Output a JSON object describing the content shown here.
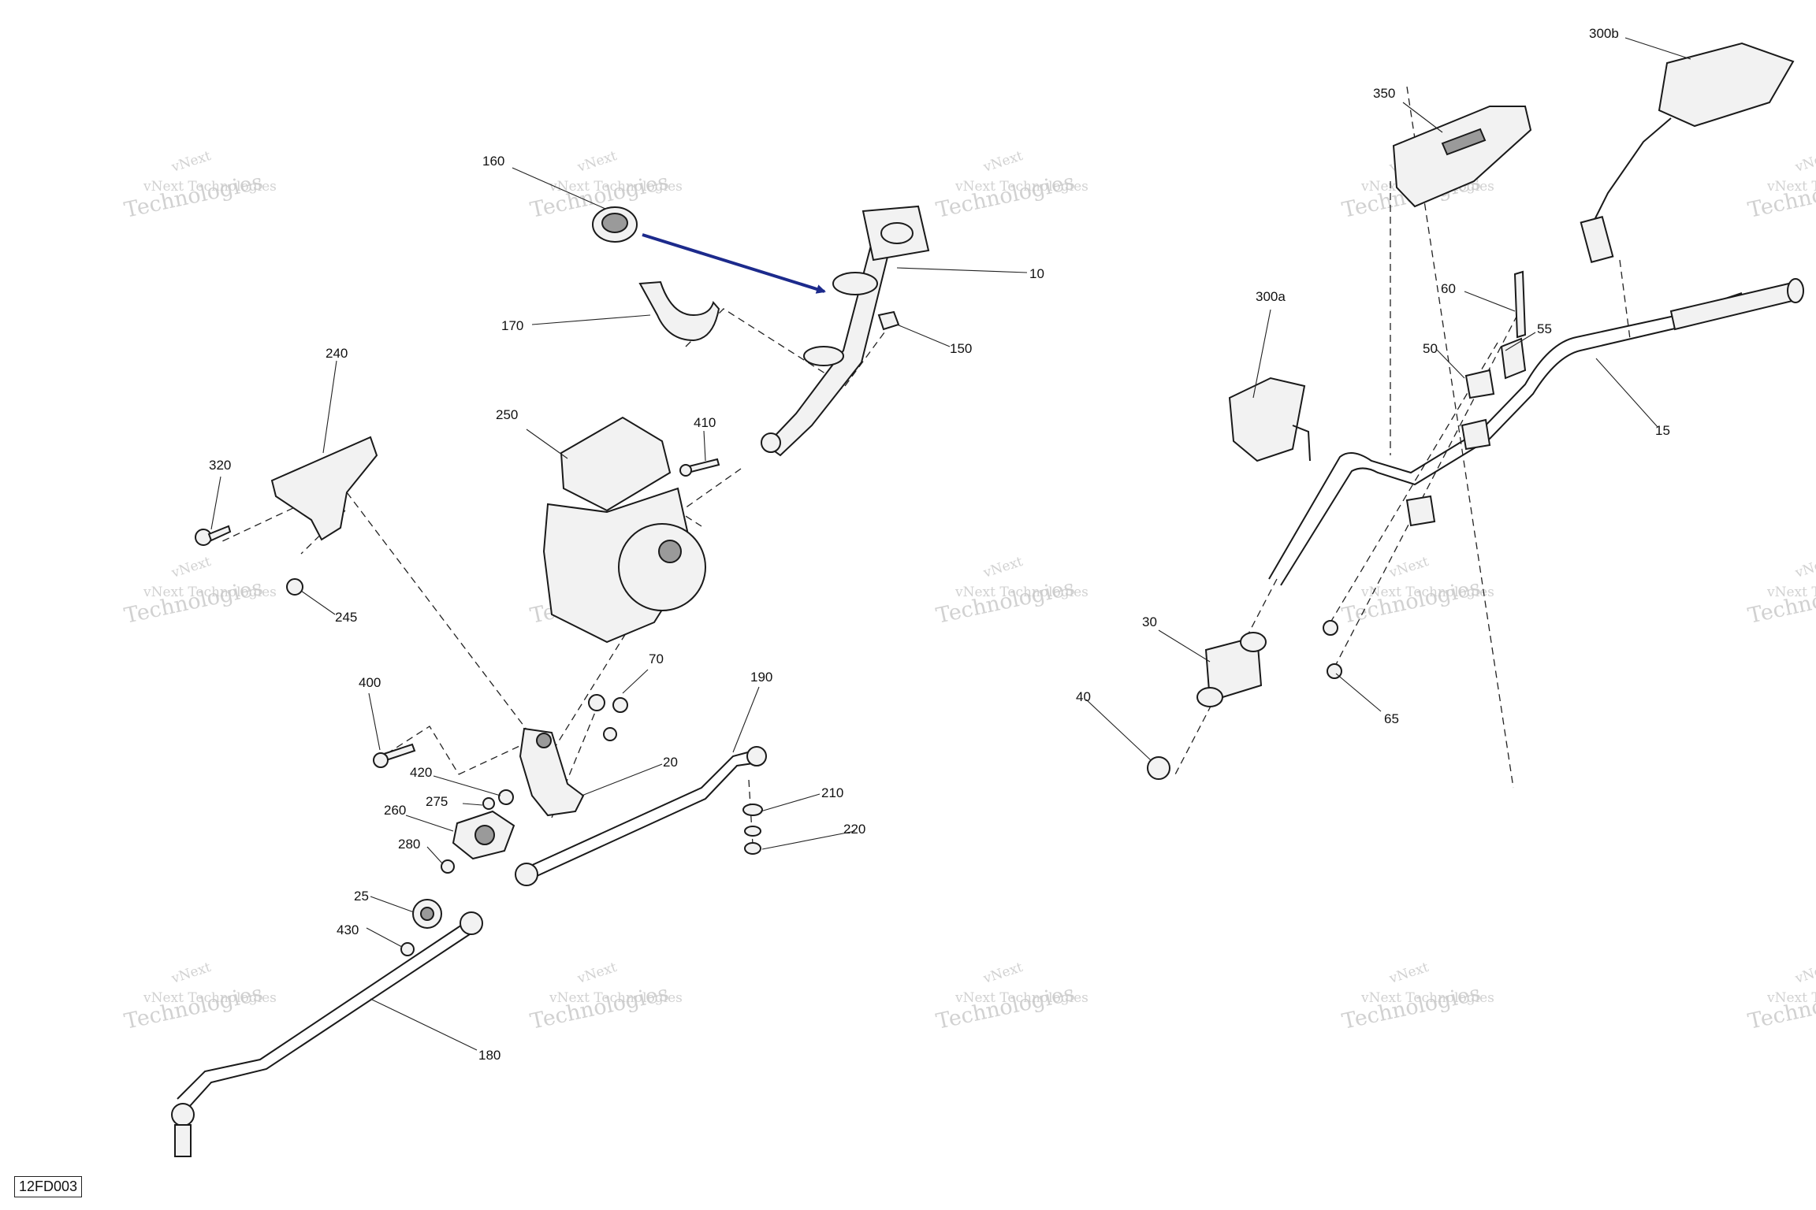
{
  "diagram": {
    "code": "12FD003",
    "watermark": {
      "line1": "vNext",
      "line2": "vNext Technologies",
      "line3": "Technologies"
    },
    "callouts": [
      {
        "id": "160",
        "label": "160"
      },
      {
        "id": "10",
        "label": "10"
      },
      {
        "id": "170",
        "label": "170"
      },
      {
        "id": "150",
        "label": "150"
      },
      {
        "id": "240",
        "label": "240"
      },
      {
        "id": "250",
        "label": "250"
      },
      {
        "id": "410",
        "label": "410"
      },
      {
        "id": "320",
        "label": "320"
      },
      {
        "id": "245",
        "label": "245"
      },
      {
        "id": "400",
        "label": "400"
      },
      {
        "id": "70",
        "label": "70"
      },
      {
        "id": "190",
        "label": "190"
      },
      {
        "id": "20",
        "label": "20"
      },
      {
        "id": "420",
        "label": "420"
      },
      {
        "id": "275",
        "label": "275"
      },
      {
        "id": "260",
        "label": "260"
      },
      {
        "id": "210",
        "label": "210"
      },
      {
        "id": "220",
        "label": "220"
      },
      {
        "id": "280",
        "label": "280"
      },
      {
        "id": "25",
        "label": "25"
      },
      {
        "id": "430",
        "label": "430"
      },
      {
        "id": "180",
        "label": "180"
      },
      {
        "id": "300b",
        "label": "300b"
      },
      {
        "id": "350",
        "label": "350"
      },
      {
        "id": "300a",
        "label": "300a"
      },
      {
        "id": "60",
        "label": "60"
      },
      {
        "id": "55",
        "label": "55"
      },
      {
        "id": "50",
        "label": "50"
      },
      {
        "id": "15",
        "label": "15"
      },
      {
        "id": "30",
        "label": "30"
      },
      {
        "id": "40",
        "label": "40"
      },
      {
        "id": "65",
        "label": "65"
      }
    ],
    "colors": {
      "arrow": "#1c2a8c",
      "line": "#222222",
      "watermark": "#c9c9c9"
    }
  }
}
